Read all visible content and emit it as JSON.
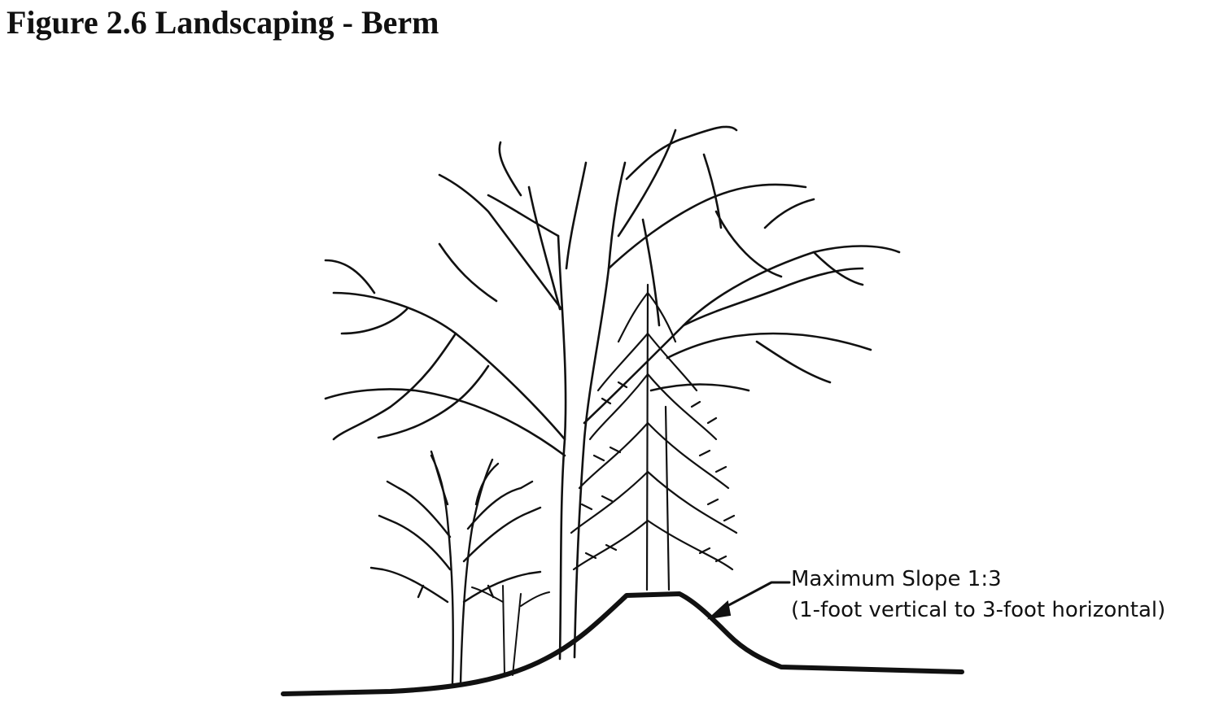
{
  "figure": {
    "title": "Figure 2.6 Landscaping - Berm"
  },
  "callout": {
    "line1": "Maximum Slope 1:3",
    "line2": "(1-foot vertical to 3-foot horizontal)"
  },
  "icons": {
    "pointer": "arrow-icon"
  }
}
